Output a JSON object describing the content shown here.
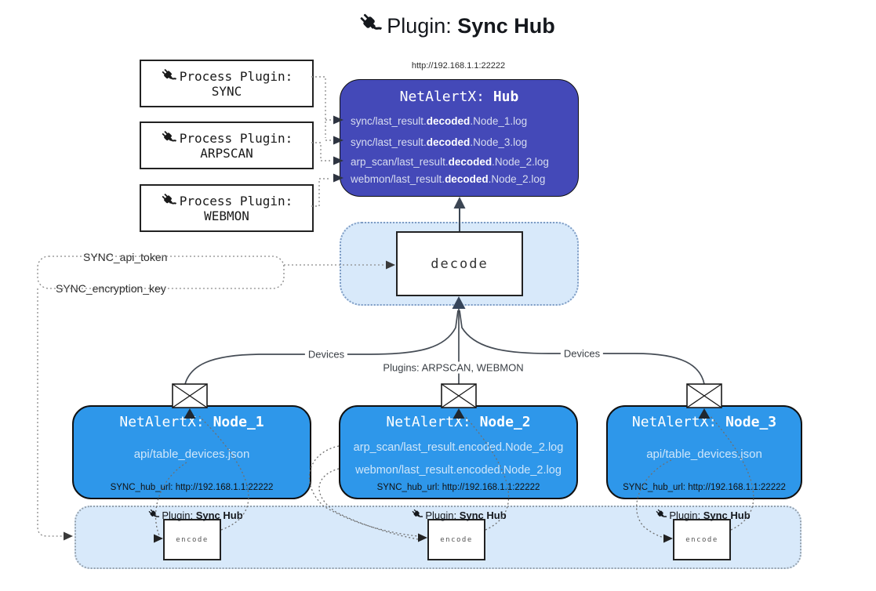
{
  "title": {
    "prefix": "Plugin: ",
    "name": "Sync Hub"
  },
  "hub": {
    "url": "http://192.168.1.1:22222",
    "title_prefix": "NetAlertX: ",
    "title_name": "Hub",
    "entries": [
      {
        "pre": "sync/last_result.",
        "bold": "decoded",
        "post": ".Node_1.log"
      },
      {
        "pre": "sync/last_result.",
        "bold": "decoded",
        "post": ".Node_3.log"
      },
      {
        "pre": "arp_scan/last_result.",
        "bold": "decoded",
        "post": ".Node_2.log"
      },
      {
        "pre": "webmon/last_result.",
        "bold": "decoded",
        "post": ".Node_2.log"
      }
    ]
  },
  "process_plugins": [
    {
      "label": "Process Plugin:",
      "name": "SYNC"
    },
    {
      "label": "Process Plugin:",
      "name": "ARPSCAN"
    },
    {
      "label": "Process Plugin:",
      "name": "WEBMON"
    }
  ],
  "settings": {
    "api_token": "SYNC_api_token",
    "encryption_key": "SYNC_encryption_key"
  },
  "decode_label": "decode",
  "edge_labels": {
    "devices_left": "Devices",
    "devices_right": "Devices",
    "plugins_mid": "Plugins: ARPSCAN, WEBMON"
  },
  "nodes": [
    {
      "title_prefix": "NetAlertX: ",
      "title_name": "Node_1",
      "file1": "api/table_devices.json",
      "hub_url": "SYNC_hub_url: http://192.168.1.1:22222"
    },
    {
      "title_prefix": "NetAlertX: ",
      "title_name": "Node_2",
      "file1": "arp_scan/last_result.encoded.Node_2.log",
      "file2": "webmon/last_result.encoded.Node_2.log",
      "hub_url": "SYNC_hub_url: http://192.168.1.1:22222"
    },
    {
      "title_prefix": "NetAlertX: ",
      "title_name": "Node_3",
      "file1": "api/table_devices.json",
      "hub_url": "SYNC_hub_url: http://192.168.1.1:22222"
    }
  ],
  "encoders": [
    {
      "label_prefix": "Plugin: ",
      "label_name": "Sync Hub",
      "box_label": "encode"
    },
    {
      "label_prefix": "Plugin: ",
      "label_name": "Sync Hub",
      "box_label": "encode"
    },
    {
      "label_prefix": "Plugin: ",
      "label_name": "Sync Hub",
      "box_label": "encode"
    }
  ],
  "colors": {
    "hub_fill": "#4449b8",
    "node_fill": "#2e97ea",
    "light_container_fill": "#d8e9fa",
    "arrow_dark": "#2f3b4c"
  }
}
